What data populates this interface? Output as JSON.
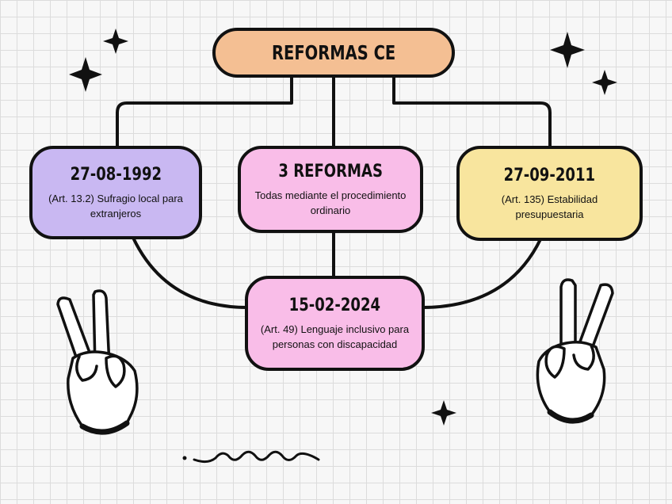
{
  "diagram": {
    "root": {
      "label": "REFORMAS CE",
      "color": "#f4bf93"
    },
    "nodes": [
      {
        "id": "n1992",
        "title": "27-08-1992",
        "desc": "(Art. 13.2) Sufragio local para extranjeros",
        "color": "#c9b8f2"
      },
      {
        "id": "ncount",
        "title": "3 REFORMAS",
        "desc": "Todas mediante el procedimiento ordinario",
        "color": "#f9bde8"
      },
      {
        "id": "n2011",
        "title": "27-09-2011",
        "desc": "(Art. 135) Estabilidad presupuestaria",
        "color": "#f8e59e"
      },
      {
        "id": "n2024",
        "title": "15-02-2024",
        "desc": "(Art. 49) Lenguaje inclusivo para personas con discapacidad",
        "color": "#f9bde8"
      }
    ]
  }
}
